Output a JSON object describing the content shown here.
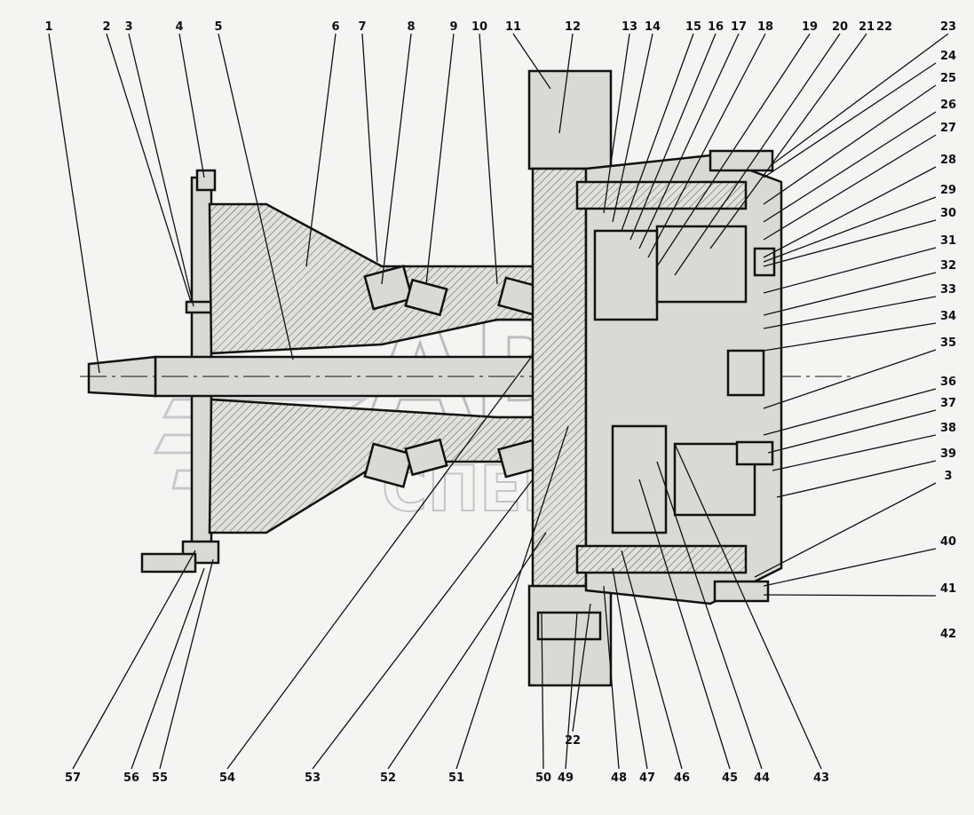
{
  "watermark": {
    "line1": "AВТО",
    "line2": "СПЕЦ"
  },
  "callouts": {
    "top": [
      "1",
      "2",
      "3",
      "4",
      "5",
      "6",
      "7",
      "8",
      "9",
      "10",
      "11",
      "12",
      "13",
      "14",
      "15",
      "16",
      "17",
      "18",
      "19",
      "20",
      "21",
      "22",
      "23"
    ],
    "right": [
      "24",
      "25",
      "26",
      "27",
      "28",
      "29",
      "30",
      "31",
      "32",
      "33",
      "34",
      "35",
      "36",
      "37",
      "38",
      "39",
      "3",
      "40",
      "41",
      "42"
    ],
    "bottom": [
      "57",
      "56",
      "55",
      "54",
      "53",
      "52",
      "51",
      "50",
      "49",
      "22",
      "48",
      "47",
      "46",
      "45",
      "44",
      "43"
    ]
  }
}
